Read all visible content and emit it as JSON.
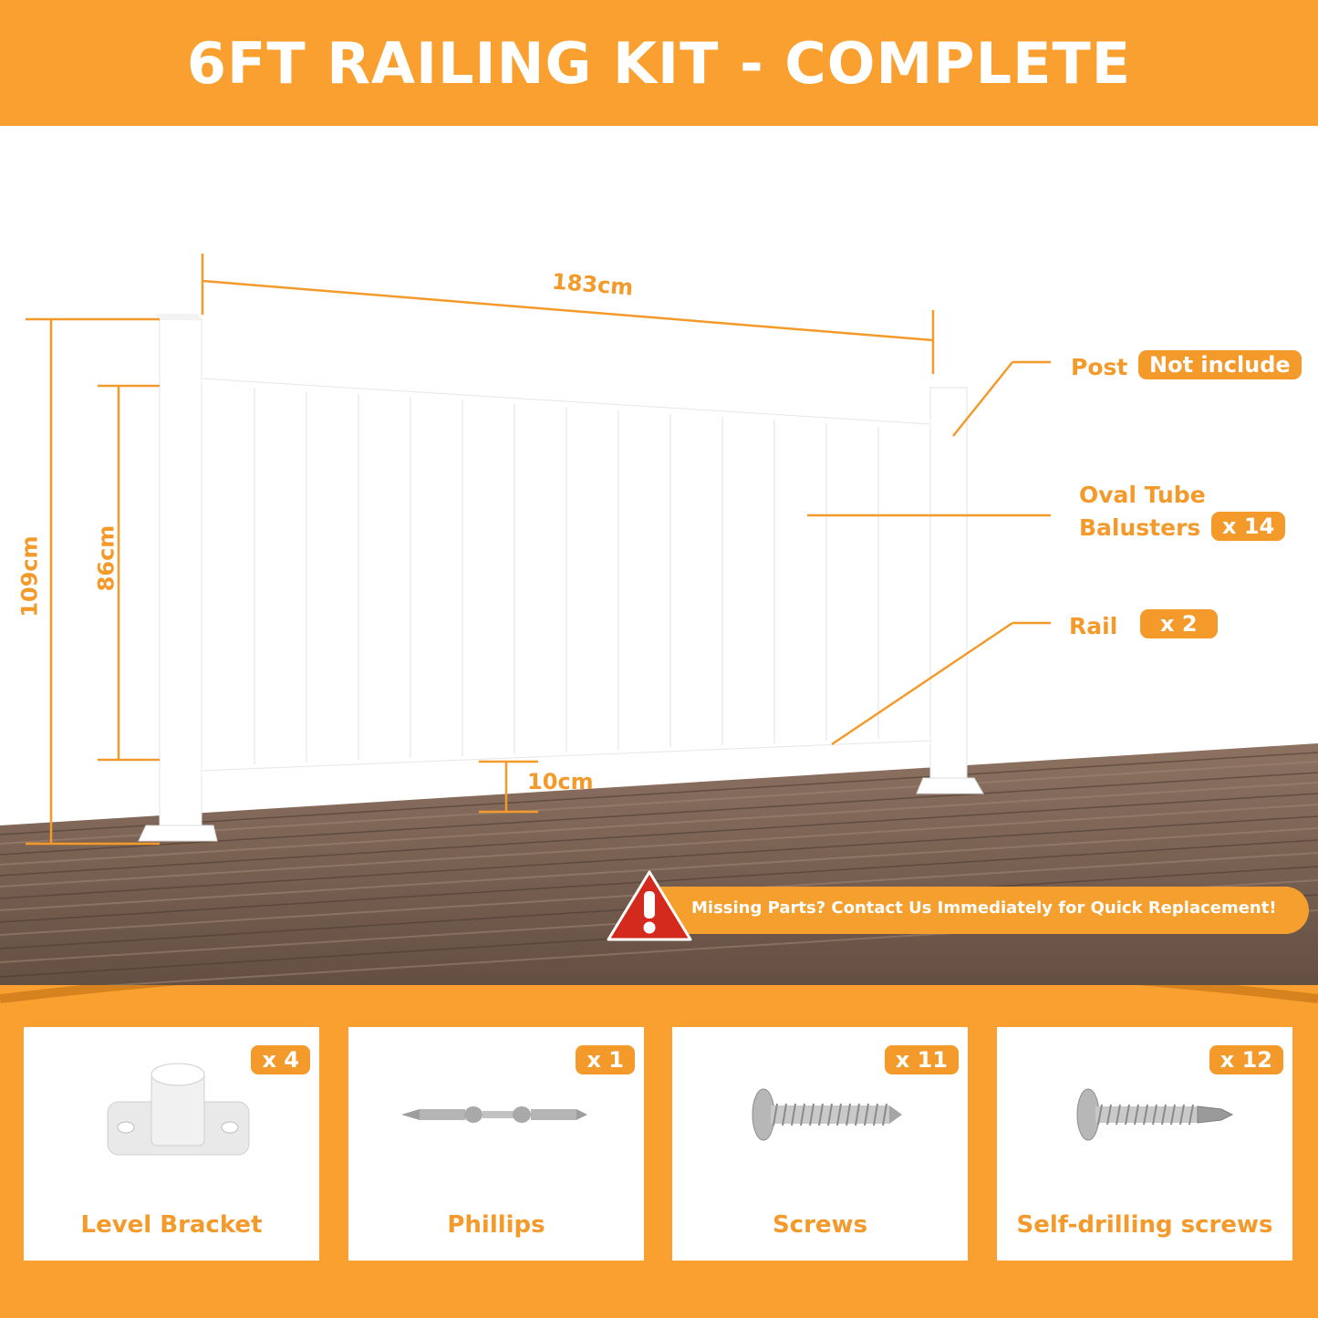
{
  "header": {
    "title": "6FT RAILING KIT - COMPLETE"
  },
  "dimensions": {
    "width": "183cm",
    "total_height": "109cm",
    "rail_height": "86cm",
    "gap": "10cm"
  },
  "callouts": {
    "post": {
      "label": "Post",
      "badge": "Not include"
    },
    "balusters": {
      "label_line1": "Oval Tube",
      "label_line2": "Balusters",
      "badge": "x 14"
    },
    "rail": {
      "label": "Rail",
      "badge": "x 2"
    }
  },
  "warning": {
    "text": "Missing Parts? Contact Us Immediately for Quick Replacement!"
  },
  "parts": [
    {
      "name": "Level Bracket",
      "qty": "x 4",
      "icon": "level-bracket-icon"
    },
    {
      "name": "Phillips",
      "qty": "x 1",
      "icon": "phillips-bit-icon"
    },
    {
      "name": "Screws",
      "qty": "x 11",
      "icon": "screw-icon"
    },
    {
      "name": "Self-drilling screws",
      "qty": "x 12",
      "icon": "self-drilling-screw-icon"
    }
  ],
  "colors": {
    "accent": "#f9a030",
    "deck": "#7a6150",
    "warning_red": "#d42a1e"
  }
}
